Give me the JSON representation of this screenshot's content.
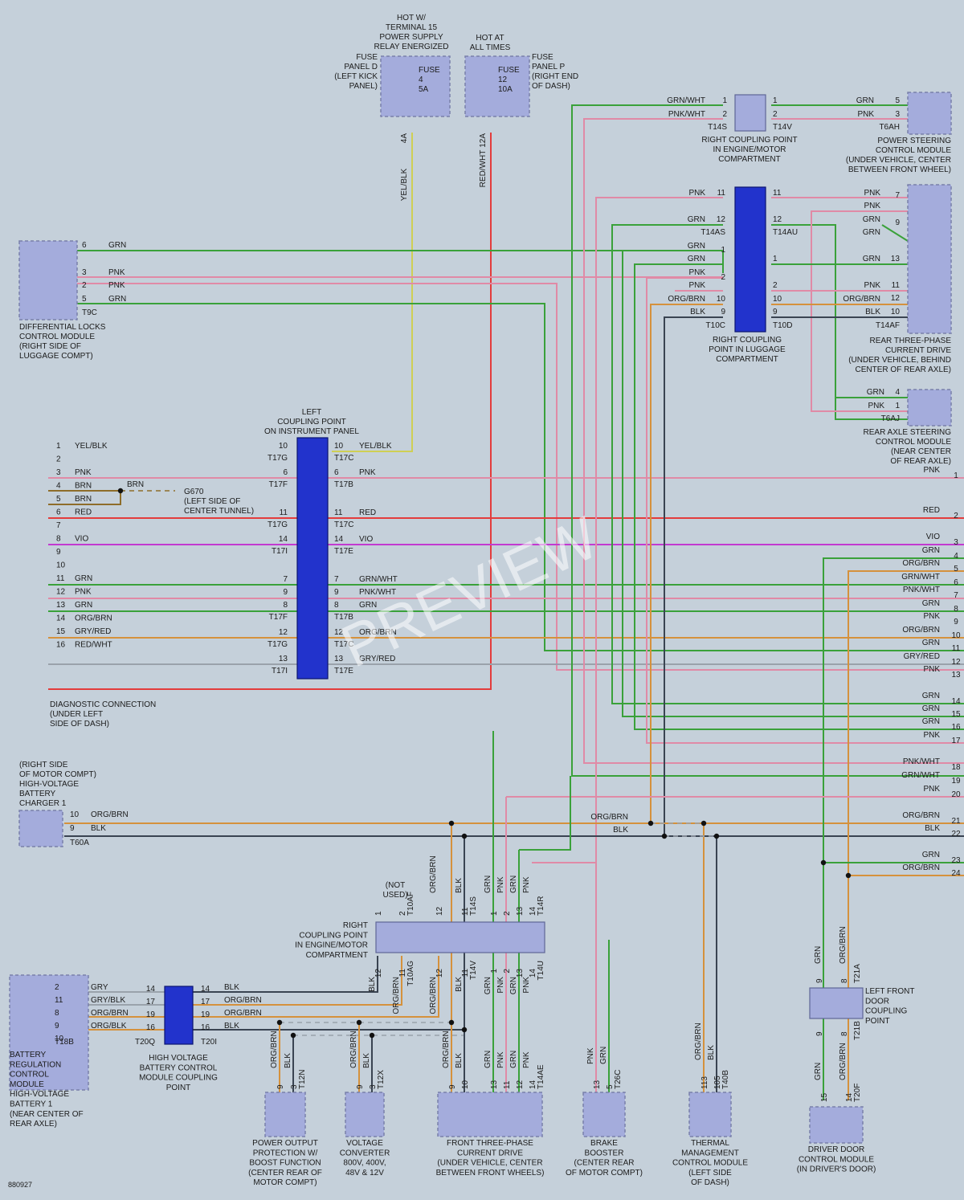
{
  "watermark": "PREVIEW",
  "diagram_id": "880927",
  "power": {
    "t15_header": [
      "HOT W/",
      "TERMINAL 15",
      "POWER SUPPLY",
      "RELAY ENERGIZED"
    ],
    "always_header": [
      "HOT AT",
      "ALL TIMES"
    ],
    "fuse_d": {
      "panel": [
        "FUSE",
        "PANEL D",
        "(LEFT KICK",
        "PANEL)"
      ],
      "label": [
        "FUSE",
        "4",
        "5A"
      ],
      "terminal": "4A",
      "wire": "YEL/BLK"
    },
    "fuse_p": {
      "panel": [
        "FUSE",
        "PANEL P",
        "(RIGHT END",
        "OF DASH)"
      ],
      "label": [
        "FUSE",
        "12",
        "10A"
      ],
      "terminal": "12A",
      "wire": "RED/WHT"
    }
  },
  "components": {
    "diff_locks": [
      "DIFFERENTIAL LOCKS",
      "CONTROL MODULE",
      "(RIGHT SIDE OF",
      "LUGGAGE COMPT)"
    ],
    "diagnostic": [
      "DIAGNOSTIC CONNECTION",
      "(UNDER LEFT",
      "SIDE OF DASH)"
    ],
    "charger": [
      "(RIGHT SIDE",
      "OF MOTOR COMPT)",
      "HIGH-VOLTAGE",
      "BATTERY",
      "CHARGER 1"
    ],
    "power_steering": [
      "POWER STEERING",
      "CONTROL MODULE",
      "(UNDER VEHICLE, CENTER",
      "BETWEEN FRONT WHEEL)"
    ],
    "rear_three_phase": [
      "REAR THREE-PHASE",
      "CURRENT DRIVE",
      "(UNDER VEHICLE, BEHIND",
      "CENTER OF REAR AXLE)"
    ],
    "rear_axle_steering": [
      "REAR AXLE STEERING",
      "CONTROL MODULE",
      "(NEAR CENTER",
      "OF REAR AXLE)"
    ],
    "battery_reg": [
      "BATTERY",
      "REGULATION",
      "CONTROL",
      "MODULE",
      "HIGH-VOLTAGE",
      "BATTERY 1",
      "(NEAR CENTER OF",
      "REAR AXLE)"
    ],
    "hv_coupling": [
      "HIGH VOLTAGE",
      "BATTERY CONTROL",
      "MODULE COUPLING",
      "POINT"
    ],
    "power_output": [
      "POWER OUTPUT",
      "PROTECTION W/",
      "BOOST FUNCTION",
      "(CENTER REAR OF",
      "MOTOR COMPT)"
    ],
    "voltage_conv": [
      "VOLTAGE",
      "CONVERTER",
      "800V, 400V,",
      "48V & 12V"
    ],
    "front_three_phase": [
      "FRONT THREE-PHASE",
      "CURRENT DRIVE",
      "(UNDER VEHICLE, CENTER",
      "BETWEEN FRONT WHEELS)"
    ],
    "brake_booster": [
      "BRAKE",
      "BOOSTER",
      "(CENTER REAR",
      "OF MOTOR COMPT)"
    ],
    "thermal": [
      "THERMAL",
      "MANAGEMENT",
      "CONTROL MODULE",
      "(LEFT SIDE",
      "OF DASH)"
    ],
    "driver_door": [
      "DRIVER DOOR",
      "CONTROL MODULE",
      "(IN DRIVER'S DOOR)"
    ]
  },
  "coupling_points": {
    "left_ip": [
      "LEFT",
      "COUPLING POINT",
      "ON INSTRUMENT PANEL"
    ],
    "right_engine_top": [
      "RIGHT COUPLING POINT",
      "IN ENGINE/MOTOR",
      "COMPARTMENT"
    ],
    "right_luggage": [
      "RIGHT COUPLING",
      "POINT IN LUGGAGE",
      "COMPARTMENT"
    ],
    "right_engine_bottom": [
      "RIGHT",
      "COUPLING POINT",
      "IN ENGINE/MOTOR",
      "COMPARTMENT"
    ],
    "left_front_door": [
      "LEFT FRONT",
      "DOOR",
      "COUPLING",
      "POINT"
    ],
    "not_used": [
      "(NOT",
      "USED)"
    ]
  },
  "ground": {
    "id": "G670",
    "desc": [
      "(LEFT SIDE OF",
      "CENTER TUNNEL)"
    ],
    "wire": "BRN"
  },
  "connectors": {
    "t9c": "T9C",
    "t60a": "T60A",
    "t6ah": "T6AH",
    "t14af": "T14AF",
    "t6aj": "T6AJ",
    "t14s": "T14S",
    "t14v": "T14V",
    "t14as": "T14AS",
    "t14au": "T14AU",
    "t10c": "T10C",
    "t10d": "T10D",
    "t17g": "T17G",
    "t17c": "T17C",
    "t17f": "T17F",
    "t17b": "T17B",
    "t17i": "T17I",
    "t17e": "T17E",
    "t18b": "T18B",
    "t20q": "T20Q",
    "t20i": "T20I",
    "t12n": "T12N",
    "t12x": "T12X",
    "t40b": "T40B",
    "t26c": "T26C",
    "t20f": "T20F",
    "t21a": "T21A",
    "t21b": "T21B",
    "t10af": "T10AF",
    "t10ag": "T10AG",
    "t14r": "T14R",
    "t14u": "T14U",
    "t14ae": "T14AE"
  },
  "diff_locks_pins": [
    {
      "pin": "6",
      "wire": "GRN"
    },
    {
      "pin": "3",
      "wire": "PNK"
    },
    {
      "pin": "2",
      "wire": "PNK"
    },
    {
      "pin": "5",
      "wire": "GRN"
    }
  ],
  "diag_pins": [
    {
      "pin": "1",
      "wire": "YEL/BLK"
    },
    {
      "pin": "2",
      "wire": ""
    },
    {
      "pin": "3",
      "wire": "PNK"
    },
    {
      "pin": "4",
      "wire": "BRN"
    },
    {
      "pin": "5",
      "wire": "BRN"
    },
    {
      "pin": "6",
      "wire": "RED"
    },
    {
      "pin": "7",
      "wire": ""
    },
    {
      "pin": "8",
      "wire": "VIO"
    },
    {
      "pin": "9",
      "wire": ""
    },
    {
      "pin": "10",
      "wire": ""
    },
    {
      "pin": "11",
      "wire": "GRN"
    },
    {
      "pin": "12",
      "wire": "PNK"
    },
    {
      "pin": "13",
      "wire": "GRN"
    },
    {
      "pin": "14",
      "wire": "ORG/BRN"
    },
    {
      "pin": "15",
      "wire": "GRY/RED"
    },
    {
      "pin": "16",
      "wire": "RED/WHT"
    }
  ],
  "left_ip_left": [
    {
      "pin": "10",
      "conn": "T17G"
    },
    {
      "pin": "6",
      "conn": "T17F"
    },
    {
      "pin": "11",
      "conn": "T17G"
    },
    {
      "pin": "14",
      "conn": "T17I"
    },
    {
      "pin": "7",
      "conn": ""
    },
    {
      "pin": "9",
      "conn": ""
    },
    {
      "pin": "8",
      "conn": "T17F"
    },
    {
      "pin": "12",
      "conn": "T17G"
    },
    {
      "pin": "13",
      "conn": "T17I"
    }
  ],
  "left_ip_right": [
    {
      "pin": "10",
      "wire": "YEL/BLK",
      "conn": "T17C"
    },
    {
      "pin": "6",
      "wire": "PNK",
      "conn": "T17B"
    },
    {
      "pin": "11",
      "wire": "RED",
      "conn": "T17C"
    },
    {
      "pin": "14",
      "wire": "VIO",
      "conn": "T17E"
    },
    {
      "pin": "7",
      "wire": "GRN/WHT",
      "conn": ""
    },
    {
      "pin": "9",
      "wire": "PNK/WHT",
      "conn": ""
    },
    {
      "pin": "8",
      "wire": "GRN",
      "conn": "T17B"
    },
    {
      "pin": "12",
      "wire": "ORG/BRN",
      "conn": "T17C"
    },
    {
      "pin": "13",
      "wire": "GRY/RED",
      "conn": "T17E"
    }
  ],
  "right_refs": [
    {
      "num": "1",
      "wire": "PNK"
    },
    {
      "num": "2",
      "wire": "RED"
    },
    {
      "num": "3",
      "wire": "VIO"
    },
    {
      "num": "4",
      "wire": "GRN"
    },
    {
      "num": "5",
      "wire": "ORG/BRN"
    },
    {
      "num": "6",
      "wire": "GRN/WHT"
    },
    {
      "num": "7",
      "wire": "PNK/WHT"
    },
    {
      "num": "8",
      "wire": "GRN"
    },
    {
      "num": "9",
      "wire": "PNK"
    },
    {
      "num": "10",
      "wire": "ORG/BRN"
    },
    {
      "num": "11",
      "wire": "GRN"
    },
    {
      "num": "12",
      "wire": "GRY/RED"
    },
    {
      "num": "13",
      "wire": "PNK"
    },
    {
      "num": "14",
      "wire": "GRN"
    },
    {
      "num": "15",
      "wire": "GRN"
    },
    {
      "num": "16",
      "wire": "GRN"
    },
    {
      "num": "17",
      "wire": "PNK"
    },
    {
      "num": "18",
      "wire": "PNK/WHT"
    },
    {
      "num": "19",
      "wire": "GRN/WHT"
    },
    {
      "num": "20",
      "wire": "PNK"
    },
    {
      "num": "21",
      "wire": "ORG/BRN"
    },
    {
      "num": "22",
      "wire": "BLK"
    },
    {
      "num": "23",
      "wire": "GRN"
    },
    {
      "num": "24",
      "wire": "ORG/BRN"
    }
  ],
  "top_coupling": {
    "left": [
      {
        "pin": "1",
        "wire": "GRN/WHT"
      },
      {
        "pin": "2",
        "wire": "PNK/WHT"
      }
    ],
    "right": [
      "1",
      "2"
    ],
    "ps_pins": [
      {
        "pin": "5",
        "wire": "GRN"
      },
      {
        "pin": "3",
        "wire": "PNK"
      }
    ]
  },
  "luggage_left": [
    {
      "pin": "11",
      "wire": "PNK"
    },
    {
      "pin": "12",
      "wire": "GRN"
    },
    {
      "pin": "",
      "wire": "GRN"
    },
    {
      "pin": "1",
      "wire": "GRN"
    },
    {
      "pin": "",
      "wire": "PNK"
    },
    {
      "pin": "2",
      "wire": "PNK"
    },
    {
      "pin": "10",
      "wire": "ORG/BRN"
    },
    {
      "pin": "9",
      "wire": "BLK"
    }
  ],
  "luggage_right": [
    "11",
    "12",
    "1",
    "2",
    "10",
    "9"
  ],
  "rear_tp_pins": [
    {
      "pin": "7",
      "wire": "PNK"
    },
    {
      "pin": "",
      "wire": "PNK"
    },
    {
      "pin": "9",
      "wire": "GRN"
    },
    {
      "pin": "",
      "wire": "GRN"
    },
    {
      "pin": "13",
      "wire": "GRN"
    },
    {
      "pin": "11",
      "wire": "PNK"
    },
    {
      "pin": "12",
      "wire": "ORG/BRN"
    },
    {
      "pin": "10",
      "wire": "BLK"
    }
  ],
  "ras_pins": [
    {
      "pin": "4",
      "wire": "GRN"
    },
    {
      "pin": "1",
      "wire": "PNK"
    }
  ],
  "charger_pins": [
    {
      "pin": "10",
      "wire": "ORG/BRN"
    },
    {
      "pin": "9",
      "wire": "BLK"
    }
  ],
  "bus_labels": {
    "orgbrn": "ORG/BRN",
    "blk": "BLK"
  },
  "battery_pins": [
    {
      "pin": "2",
      "wire": "GRY"
    },
    {
      "pin": "11",
      "wire": "GRY/BLK"
    },
    {
      "pin": "8",
      "wire": "ORG/BRN"
    },
    {
      "pin": "9",
      "wire": "ORG/BLK"
    },
    {
      "pin": "10",
      "wire": ""
    }
  ],
  "hv_pins": [
    {
      "lpin": "14",
      "rpin": "14",
      "wire": "BLK"
    },
    {
      "lpin": "17",
      "rpin": "17",
      "wire": "ORG/BRN"
    },
    {
      "lpin": "19",
      "rpin": "19",
      "wire": "ORG/BRN"
    },
    {
      "lpin": "16",
      "rpin": "16",
      "wire": "BLK"
    }
  ],
  "rcp_top": [
    {
      "pin": "1",
      "wire": "",
      "conn": ""
    },
    {
      "pin": "2",
      "wire": "",
      "conn": "T10AF"
    },
    {
      "pin": "12",
      "wire": "ORG/BRN",
      "conn": ""
    },
    {
      "pin": "11",
      "wire": "BLK",
      "conn": "T14S"
    },
    {
      "pin": "1",
      "wire": "GRN",
      "conn": ""
    },
    {
      "pin": "2",
      "wire": "PNK",
      "conn": ""
    },
    {
      "pin": "13",
      "wire": "GRN",
      "conn": ""
    },
    {
      "pin": "14",
      "wire": "PNK",
      "conn": "T14R"
    }
  ],
  "rcp_bottom": [
    {
      "pin": "12",
      "wire": "BLK",
      "conn": ""
    },
    {
      "pin": "11",
      "wire": "ORG/BRN",
      "conn": "T10AG"
    },
    {
      "pin": "12",
      "wire": "ORG/BRN",
      "conn": ""
    },
    {
      "pin": "11",
      "wire": "BLK",
      "conn": "T14V"
    },
    {
      "pin": "1",
      "wire": "GRN",
      "conn": ""
    },
    {
      "pin": "2",
      "wire": "PNK",
      "conn": ""
    },
    {
      "pin": "13",
      "wire": "GRN",
      "conn": ""
    },
    {
      "pin": "14",
      "wire": "PNK",
      "conn": "T14U"
    }
  ],
  "po_pins": [
    {
      "pin": "9",
      "wire": "ORG/BRN"
    },
    {
      "pin": "3",
      "wire": "BLK"
    }
  ],
  "vc_pins": [
    {
      "pin": "9",
      "wire": "ORG/BRN"
    },
    {
      "pin": "3",
      "wire": "BLK"
    }
  ],
  "fd_pins": [
    {
      "pin": "9",
      "wire": "ORG/BRN"
    },
    {
      "pin": "10",
      "wire": "BLK"
    },
    {
      "pin": "13",
      "wire": "GRN"
    },
    {
      "pin": "11",
      "wire": "PNK"
    },
    {
      "pin": "12",
      "wire": "GRN"
    },
    {
      "pin": "14",
      "wire": "PNK"
    }
  ],
  "bb_pins": [
    {
      "pin": "13",
      "wire": "PNK"
    },
    {
      "pin": "5",
      "wire": "GRN"
    }
  ],
  "tm_pins": [
    {
      "pin": "113",
      "wire": "ORG/BRN"
    },
    {
      "pin": "105",
      "wire": "BLK"
    }
  ],
  "dd_pins": [
    {
      "pin": "15",
      "wire": "GRN"
    },
    {
      "pin": "14",
      "wire": "ORG/BRN"
    }
  ],
  "lfd_pins": {
    "top": [
      {
        "pin": "9",
        "wire": "GRN"
      },
      {
        "pin": "8",
        "wire": "ORG/BRN"
      }
    ],
    "bottom": [
      "9",
      "8"
    ]
  }
}
